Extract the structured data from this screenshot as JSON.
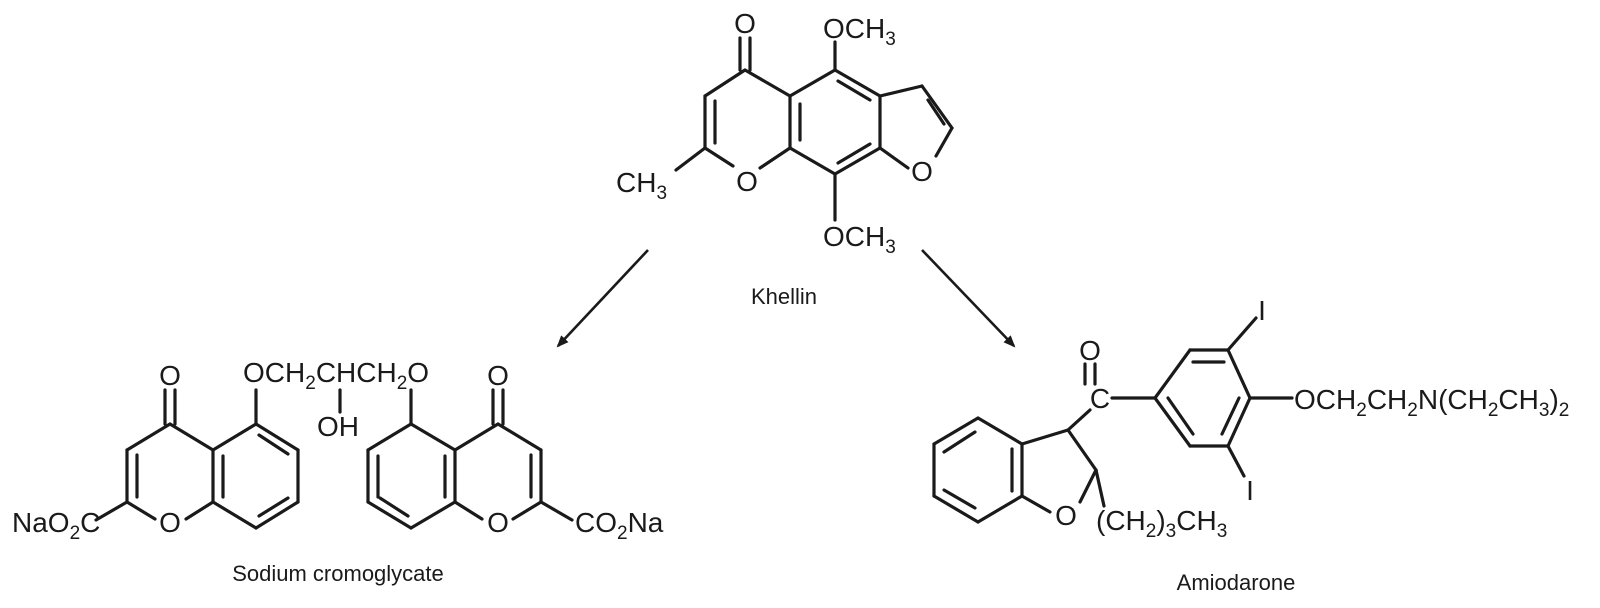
{
  "compounds": {
    "khellin": {
      "name": "Khellin",
      "carbonyl_o": "O",
      "methoxy_top": [
        "OCH",
        "3"
      ],
      "methoxy_bottom": [
        "OCH",
        "3"
      ],
      "ring_o1": "O",
      "ring_o2": "O",
      "methyl": [
        "CH",
        "3"
      ]
    },
    "cromoglycate": {
      "name": "Sodium cromoglycate",
      "carbonyl_o_left": "O",
      "carbonyl_o_right": "O",
      "ring_o_left": "O",
      "ring_o_right": "O",
      "linker": [
        "OCH",
        "2",
        "CHCH",
        "2",
        "O"
      ],
      "hydroxyl": "OH",
      "carboxylate_left": [
        "NaO",
        "2",
        "C"
      ],
      "carboxylate_right": [
        "CO",
        "2",
        "Na"
      ]
    },
    "amiodarone": {
      "name": "Amiodarone",
      "carbonyl_c": "C",
      "carbonyl_o": "O",
      "ring_o": "O",
      "iodo_top": "I",
      "iodo_bottom": "I",
      "side_chain": [
        "OCH",
        "2",
        "CH",
        "2",
        "N(CH",
        "2",
        "CH",
        "3",
        ")",
        "2"
      ],
      "butyl": [
        "(CH",
        "2",
        ")",
        "3",
        "CH",
        "3"
      ]
    }
  },
  "colors": {
    "ink": "#1a1a1a",
    "background": "#ffffff"
  }
}
